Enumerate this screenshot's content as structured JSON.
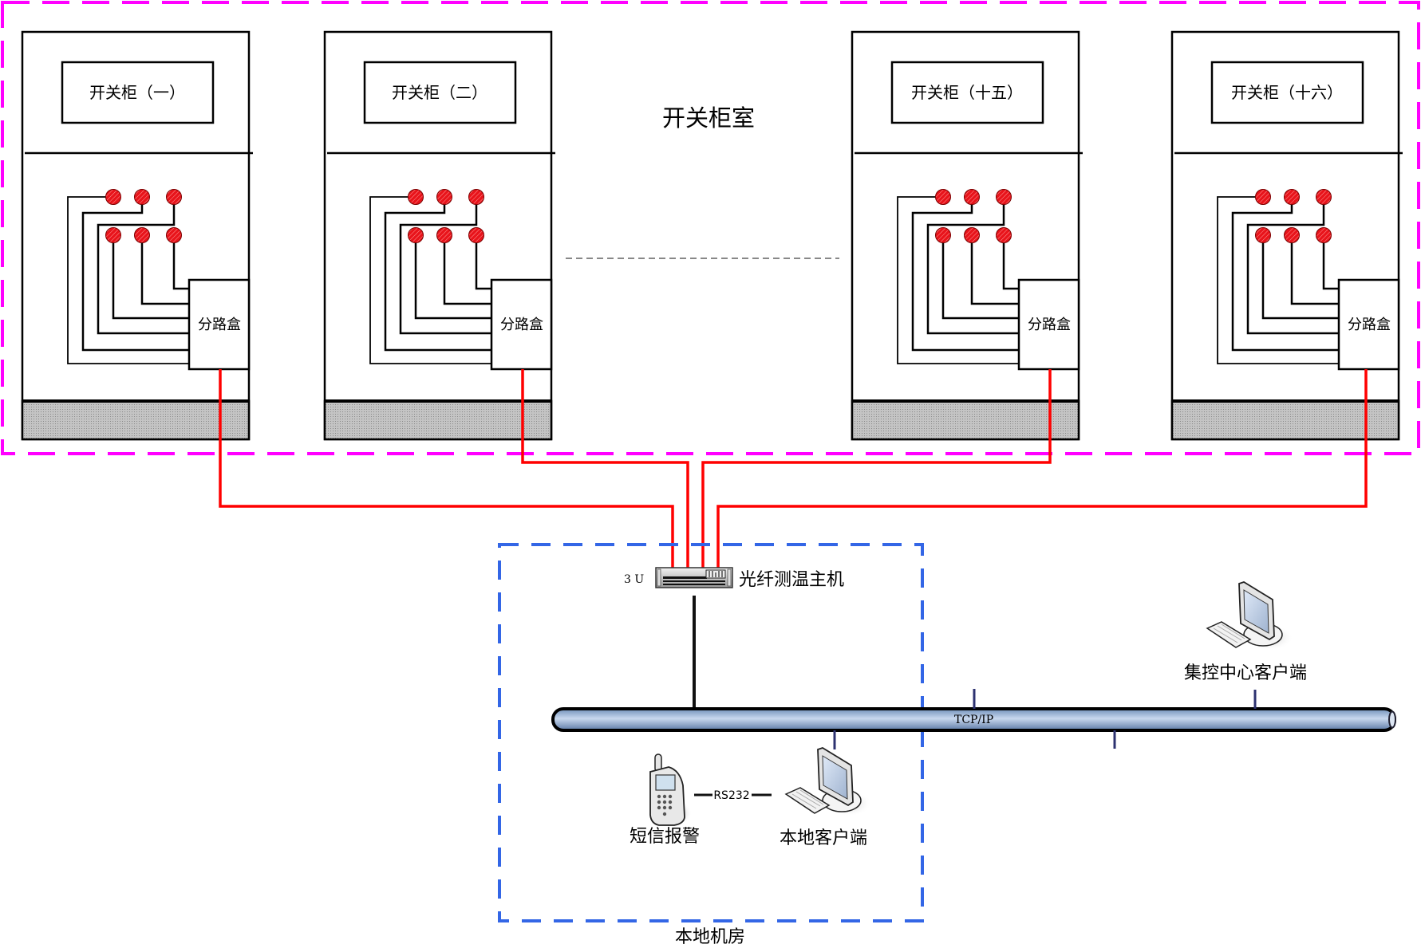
{
  "room": {
    "title": "开关柜室",
    "border_color": "#ff00ff"
  },
  "cabinets": [
    {
      "label": "开关柜（一）",
      "box_label": "分路盒"
    },
    {
      "label": "开关柜（二）",
      "box_label": "分路盒"
    },
    {
      "label": "开关柜（十五）",
      "box_label": "分路盒"
    },
    {
      "label": "开关柜（十六）",
      "box_label": "分路盒"
    }
  ],
  "sensors_per_cabinet": 6,
  "fiber_color": "#ff0000",
  "sensor_color": "#e8141b",
  "local_room": {
    "title": "本地机房",
    "border_color": "#3366e6"
  },
  "host": {
    "label": "光纤测温主机",
    "rack_units": "3 U"
  },
  "network": {
    "label": "TCP/IP"
  },
  "sms": {
    "label": "短信报警",
    "link_label": "RS232"
  },
  "local_client": {
    "label": "本地客户端"
  },
  "central_client": {
    "label": "集控中心客户端"
  }
}
